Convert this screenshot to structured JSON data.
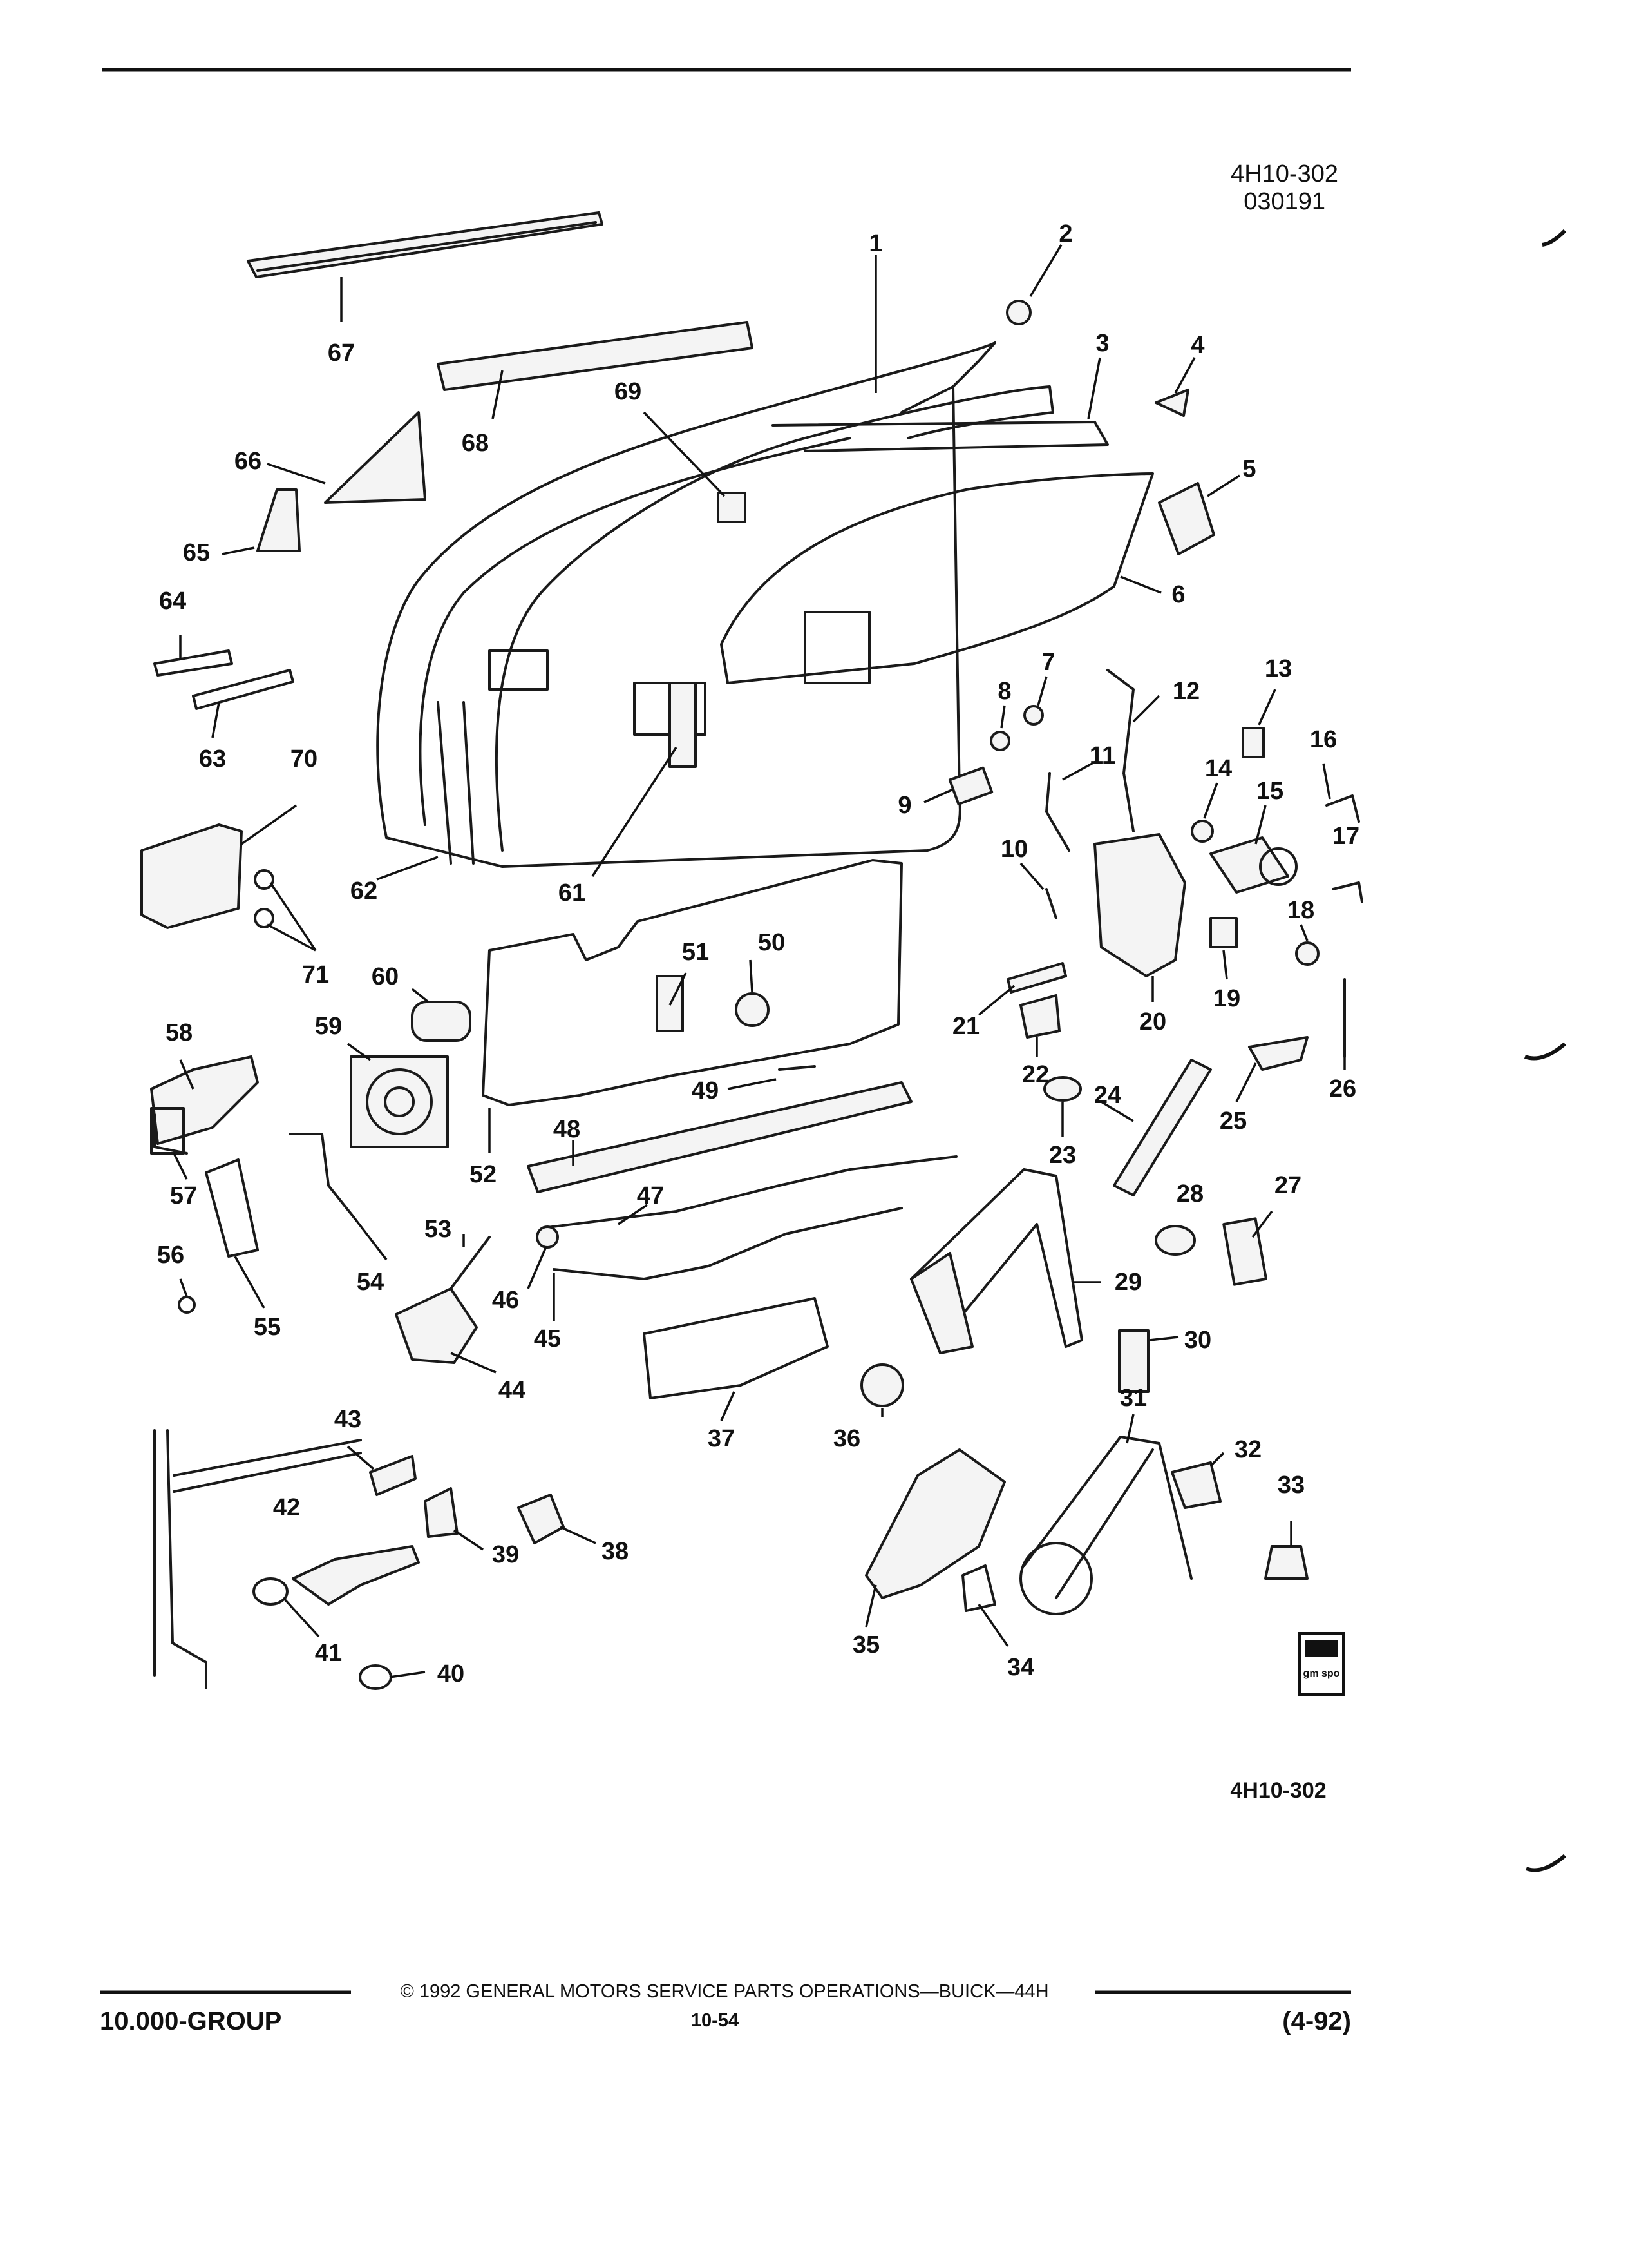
{
  "header": {
    "code": "4H10-302",
    "date": "030191"
  },
  "figure_id": "4H10-302",
  "footer": {
    "copyright": "© 1992 GENERAL MOTORS SERVICE PARTS OPERATIONS—BUICK—44H",
    "group": "10.000-GROUP",
    "page": "10-54",
    "revision": "(4-92)"
  },
  "logo": {
    "text": "gm spo"
  },
  "callouts": {
    "c1": "1",
    "c2": "2",
    "c3": "3",
    "c4": "4",
    "c5": "5",
    "c6": "6",
    "c7": "7",
    "c8": "8",
    "c9": "9",
    "c10": "10",
    "c11": "11",
    "c12": "12",
    "c13": "13",
    "c14": "14",
    "c15": "15",
    "c16": "16",
    "c17": "17",
    "c18": "18",
    "c19": "19",
    "c20": "20",
    "c21": "21",
    "c22": "22",
    "c23": "23",
    "c24": "24",
    "c25": "25",
    "c26": "26",
    "c27": "27",
    "c28": "28",
    "c29": "29",
    "c30": "30",
    "c31": "31",
    "c32": "32",
    "c33": "33",
    "c34": "34",
    "c35": "35",
    "c36": "36",
    "c37": "37",
    "c38": "38",
    "c39": "39",
    "c40": "40",
    "c41": "41",
    "c42": "42",
    "c43": "43",
    "c44": "44",
    "c45": "45",
    "c46": "46",
    "c47": "47",
    "c48": "48",
    "c49": "49",
    "c50": "50",
    "c51": "51",
    "c52": "52",
    "c53": "53",
    "c54": "54",
    "c55": "55",
    "c56": "56",
    "c57": "57",
    "c58": "58",
    "c59": "59",
    "c60": "60",
    "c61": "61",
    "c62": "62",
    "c63": "63",
    "c64": "64",
    "c65": "65",
    "c66": "66",
    "c67": "67",
    "c68": "68",
    "c69": "69",
    "c70": "70",
    "c71": "71"
  }
}
